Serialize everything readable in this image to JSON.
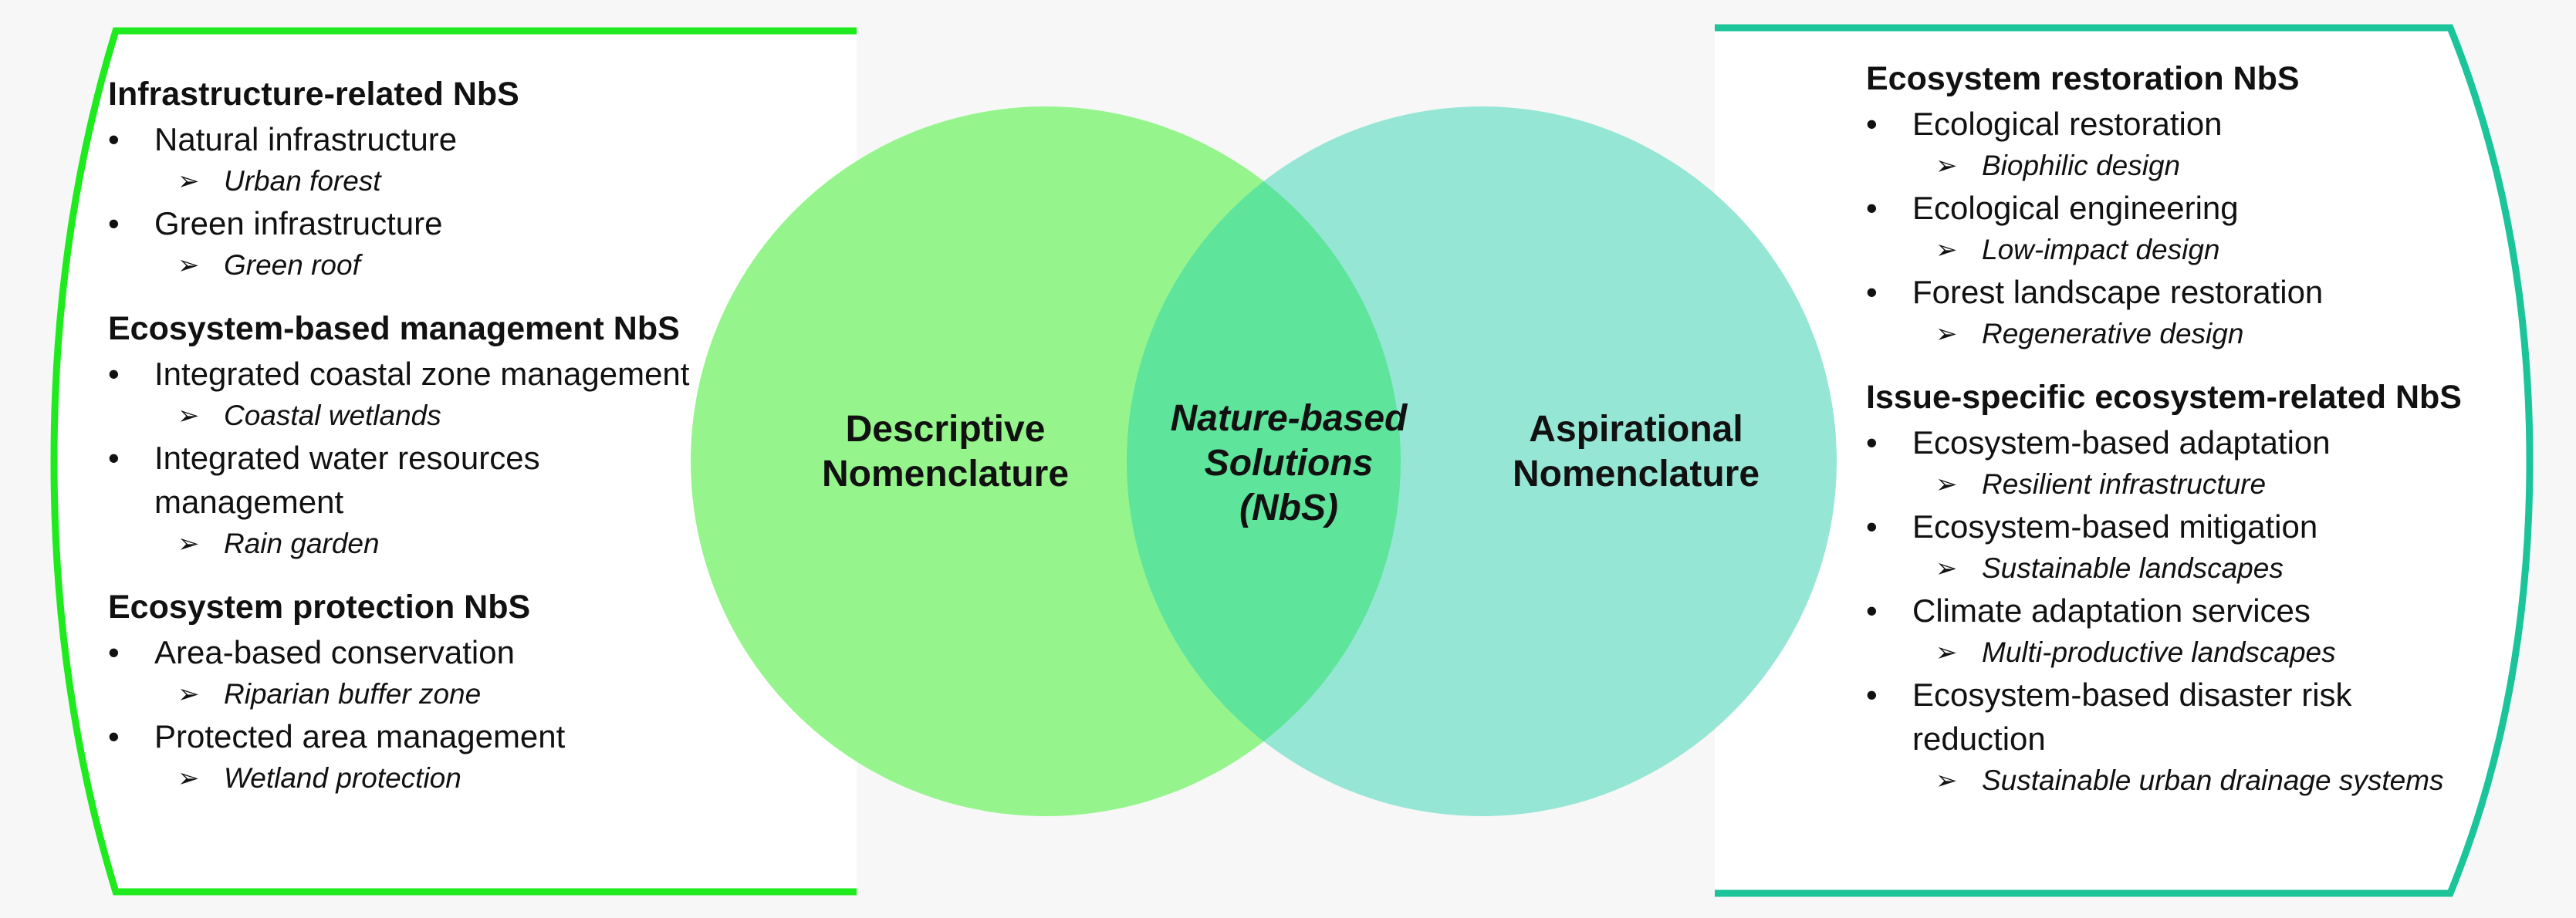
{
  "venn": {
    "left_label": [
      "Descriptive",
      "Nomenclature"
    ],
    "center_label": [
      "Nature-based",
      "Solutions",
      "(NbS)"
    ],
    "right_label": [
      "Aspirational",
      "Nomenclature"
    ]
  },
  "colors": {
    "left_circle": "#8ff28a",
    "right_circle": "#8fe3d0",
    "overlap": "#5ee49b",
    "left_bracket": "#1eea1e",
    "right_bracket": "#1cc49a"
  },
  "left_panel": {
    "groups": [
      {
        "heading": "Infrastructure-related NbS",
        "items": [
          {
            "label": "Natural infrastructure",
            "sub": "Urban forest"
          },
          {
            "label": "Green infrastructure",
            "sub": "Green roof"
          }
        ]
      },
      {
        "heading": "Ecosystem-based management NbS",
        "items": [
          {
            "label": "Integrated coastal zone management",
            "sub": "Coastal wetlands"
          },
          {
            "label": "Integrated water resources management",
            "sub": "Rain garden"
          }
        ]
      },
      {
        "heading": "Ecosystem protection NbS",
        "items": [
          {
            "label": "Area-based conservation",
            "sub": "Riparian buffer zone"
          },
          {
            "label": "Protected area management",
            "sub": "Wetland protection"
          }
        ]
      }
    ]
  },
  "right_panel": {
    "groups": [
      {
        "heading": "Ecosystem restoration NbS",
        "items": [
          {
            "label": "Ecological restoration",
            "sub": "Biophilic design"
          },
          {
            "label": "Ecological engineering",
            "sub": "Low-impact design"
          },
          {
            "label": "Forest landscape restoration",
            "sub": "Regenerative design"
          }
        ]
      },
      {
        "heading": "Issue-specific ecosystem-related NbS",
        "items": [
          {
            "label": "Ecosystem-based adaptation",
            "sub": "Resilient infrastructure"
          },
          {
            "label": "Ecosystem-based mitigation",
            "sub": "Sustainable landscapes"
          },
          {
            "label": "Climate adaptation services",
            "sub": "Multi-productive landscapes"
          },
          {
            "label": "Ecosystem-based disaster risk reduction",
            "sub": "Sustainable urban drainage systems"
          }
        ]
      }
    ]
  }
}
